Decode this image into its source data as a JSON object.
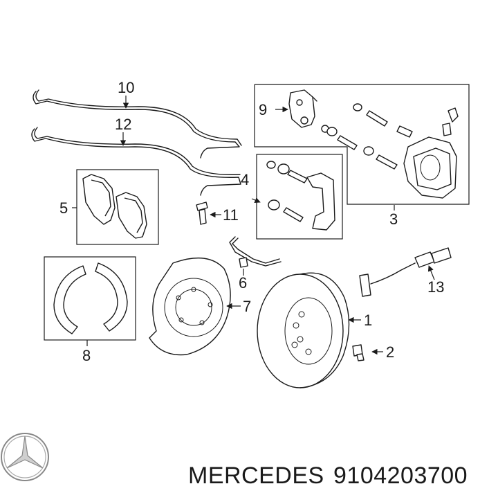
{
  "callouts": {
    "n1": "1",
    "n2": "2",
    "n3": "3",
    "n4": "4",
    "n5": "5",
    "n6": "6",
    "n7": "7",
    "n8": "8",
    "n9": "9",
    "n10": "10",
    "n11": "11",
    "n12": "12",
    "n13": "13"
  },
  "footer": {
    "brand": "MERCEDES",
    "part_number": "9104203700"
  },
  "icons": {
    "logo": "mercedes-star-logo"
  },
  "colors": {
    "ink": "#1a1a1a",
    "background": "#ffffff"
  }
}
